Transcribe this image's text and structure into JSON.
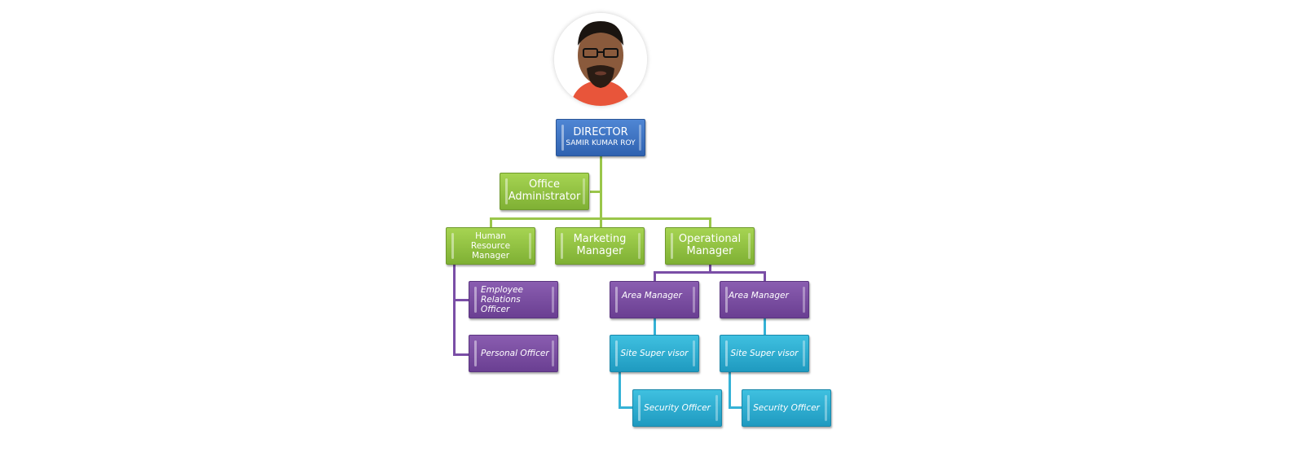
{
  "director": {
    "title": "DIRECTOR",
    "name": "SAMIR KUMAR ROY"
  },
  "office_admin": "Office Administrator",
  "managers": {
    "hr": "Human Resource Manager",
    "marketing": "Marketing Manager",
    "operational": "Operational Manager"
  },
  "hr_staff": [
    "Employee Relations Officer",
    "Personal  Officer"
  ],
  "area_managers": [
    "Area Manager",
    "Area Manager"
  ],
  "site_supervisors": [
    "Site Super visor",
    "Site Super visor"
  ],
  "security_officers": [
    "Security  Officer",
    "Security  Officer"
  ],
  "colors": {
    "director": "#3a6fc0",
    "manager": "#8cbf3f",
    "staff": "#7a4ea6",
    "site": "#2aacd2"
  }
}
